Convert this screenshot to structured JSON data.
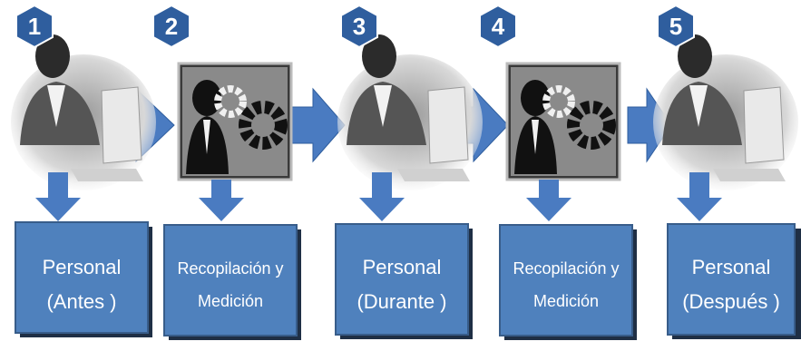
{
  "steps": [
    {
      "number": "1",
      "kind": "person",
      "line1": "Personal",
      "line2": "(Antes )"
    },
    {
      "number": "2",
      "kind": "gears",
      "line1": "Recopilación y",
      "line2": "Medición"
    },
    {
      "number": "3",
      "kind": "person",
      "line1": "Personal",
      "line2": "(Durante )"
    },
    {
      "number": "4",
      "kind": "gears",
      "line1": "Recopilación y",
      "line2": "Medición"
    },
    {
      "number": "5",
      "kind": "person",
      "line1": "Personal",
      "line2": "(Después )"
    }
  ],
  "colors": {
    "box": "#4f81bd",
    "box_border": "#385d8a",
    "box_shadow": "#1f2f45",
    "arrow": "#4a7bc1",
    "badge": "#2f5e9e",
    "gear_panel": "#3a3a3a"
  }
}
